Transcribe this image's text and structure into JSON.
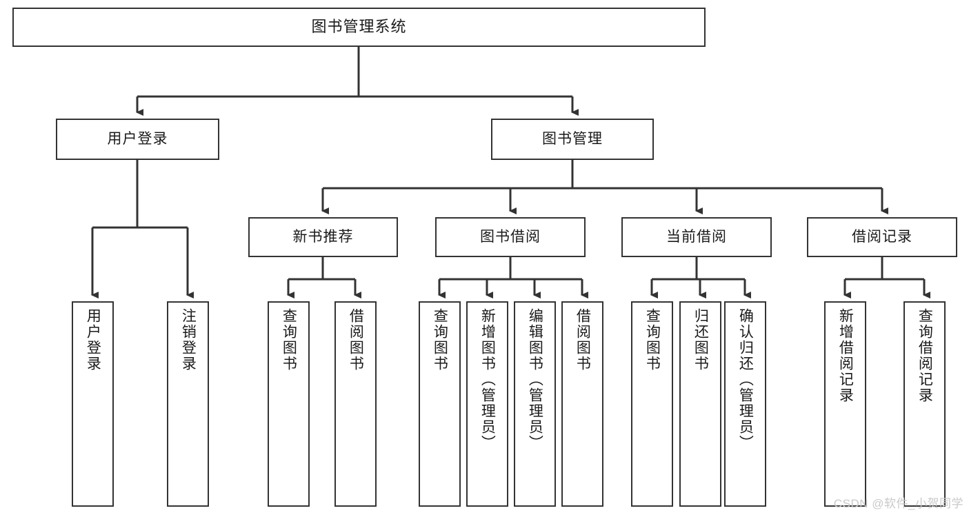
{
  "diagram": {
    "title": "图书管理系统",
    "type": "tree-hierarchy",
    "line_color": "#333333",
    "box_fill": "#ffffff",
    "text_color": "#1a1a1a"
  },
  "root": {
    "label": "图书管理系统"
  },
  "level1": [
    {
      "label": "用户登录"
    },
    {
      "label": "图书管理"
    }
  ],
  "level2": [
    {
      "label": "新书推荐"
    },
    {
      "label": "图书借阅"
    },
    {
      "label": "当前借阅"
    },
    {
      "label": "借阅记录"
    }
  ],
  "leaves": {
    "user_login": [
      {
        "label": "用户登录"
      },
      {
        "label": "注销登录"
      }
    ],
    "new_book_recommend": [
      {
        "label": "查询图书"
      },
      {
        "label": "借阅图书"
      }
    ],
    "book_borrow": [
      {
        "label": "查询图书"
      },
      {
        "label": "新增图书（管理员）"
      },
      {
        "label": "编辑图书（管理员）"
      },
      {
        "label": "借阅图书"
      }
    ],
    "current_borrow": [
      {
        "label": "查询图书"
      },
      {
        "label": "归还图书"
      },
      {
        "label": "确认归还（管理员）"
      }
    ],
    "borrow_record": [
      {
        "label": "新增借阅记录"
      },
      {
        "label": "查询借阅记录"
      }
    ]
  },
  "watermark": {
    "text": "CSDN @软件_小贺同学"
  }
}
